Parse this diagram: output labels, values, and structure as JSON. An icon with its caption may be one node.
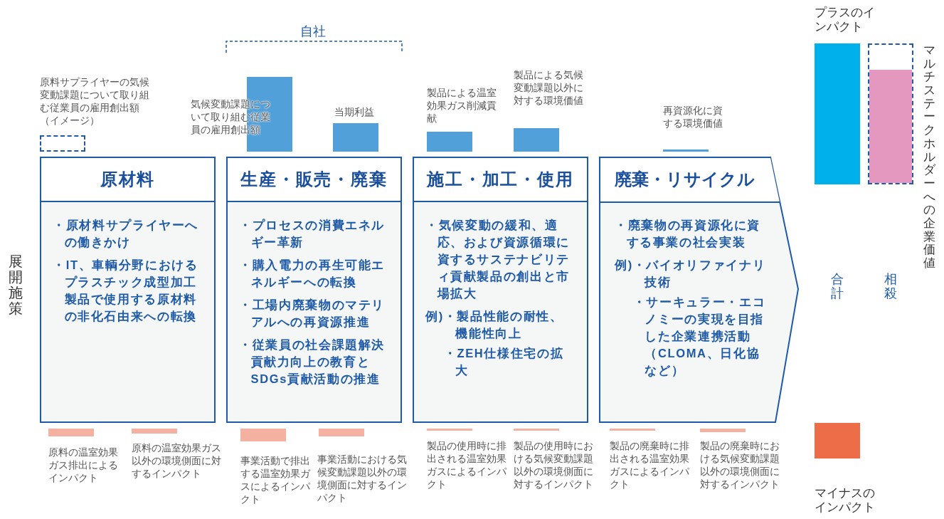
{
  "diagram": {
    "nodes": [
      {
        "text": [
          "原材料",
          "・原材料サプライヤーへの働きかけ",
          "・IT、車輌分野におけるプラスチック成型加工製品で使用する原材料の非化石由来への転換"
        ]
      },
      {
        "text": [
          "生産・販売・廃棄",
          "・プロセスの消費エネルギー革新",
          "・購入電力の再生可能エネルギーへの転換",
          "・工場内廃棄物のマテリアルへの再資源推進",
          "・従業員の社会課題解決貢献力向上の教育とSDGs貢献活動の推進"
        ]
      },
      {
        "text": [
          "施工・加工・使用",
          "・気候変動の緩和、適応、および資源循環に資するサステナビリティ貢献製品の創出と市場拡大",
          "例)",
          "・製品性能の耐性、機能性向上",
          "・ZEH仕様住宅の拡大"
        ]
      },
      {
        "text": [
          "廃棄・リサイクル",
          "・廃棄物の再資源化に資する事業の社会実装",
          "例)",
          "・バイオリファイナリ技術",
          "・サーキュラー・エコノミーの実現を目指した企業連携活動（CLOMA、日化協など）"
        ]
      },
      {
        "text": [],
        "shape": "box"
      },
      {
        "text": [],
        "shape": "bar"
      },
      {
        "text": [],
        "shape": "bar"
      },
      {
        "text": [],
        "shape": "bar"
      },
      {
        "text": [],
        "shape": "bar"
      },
      {
        "text": [],
        "shape": "bar"
      },
      {
        "text": [],
        "shape": "bar"
      },
      {
        "text": [],
        "shape": "bar"
      },
      {
        "text": [],
        "shape": "bar"
      },
      {
        "text": [],
        "shape": "bar"
      },
      {
        "text": [],
        "shape": "bar"
      },
      {
        "text": [],
        "shape": "bar"
      },
      {
        "text": [],
        "shape": "bar"
      },
      {
        "text": [],
        "shape": "bar"
      },
      {
        "text": [],
        "shape": "bar"
      },
      {
        "text": [],
        "shape": "bar"
      },
      {
        "text": [],
        "shape": "bar"
      }
    ],
    "labels": [
      "自社",
      "原料サプライヤーの気候変動課題について取り組む従業員の雇用創出額（イメージ）",
      "気候変動課題について取り組む従業員の雇用創出額",
      "当期利益",
      "製品による温室効果ガス削減貢献",
      "製品による気候変動課題以外に対する環境価値",
      "再資源化に資する環境価値",
      "プラスのインパクト",
      "マルチステークホルダーへの企業価値",
      "展開施策",
      "合計",
      "相殺",
      "原料の温室効果ガス排出によるインパクト",
      "原料の温室効果ガス以外の環境側面に対するインパクト",
      "事業活動で排出する温室効果ガスによるインパクト",
      "事業活動における気候変動課題以外の環境側面に対するインパクト",
      "製品の使用時に排出される温室効果ガスによるインパクト",
      "製品の使用時における気候変動課題以外の環境側面に対するインパクト",
      "製品の廃棄時に排出される温室効果ガスによるインパクト",
      "製品の廃棄時における気候変動課題以外の環境側面に対するインパクト",
      "マイナスのインパクト"
    ]
  }
}
